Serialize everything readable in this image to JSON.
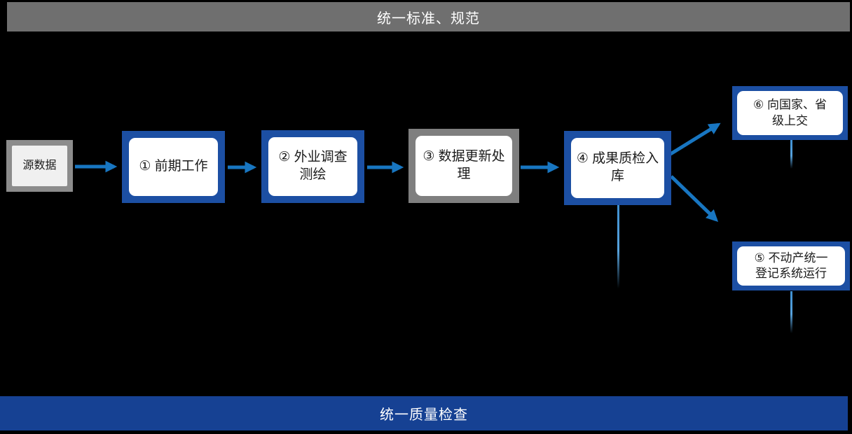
{
  "banners": {
    "top": "统一标准、规范",
    "bottom": "统一质量检查"
  },
  "nodes": {
    "source": {
      "label": "源数据"
    },
    "step1": {
      "label": "① 前期工作"
    },
    "step2": {
      "label": "② 外业调查\n测绘"
    },
    "step3": {
      "label": "③ 数据更新处\n理"
    },
    "step4": {
      "label": "④ 成果质检入\n库"
    },
    "step5": {
      "label": "⑤ 不动产统一\n登记系统运行"
    },
    "step6": {
      "label": "⑥ 向国家、省\n级上交"
    }
  },
  "colors": {
    "background": "#000000",
    "banner_top_bg": "#6F6F6F",
    "banner_bottom_bg": "#164193",
    "banner_text": "#FFFFFF",
    "node_frame_blue": "#1C4FA3",
    "node_frame_gray": "#7F7F7F",
    "source_frame_gray": "#8C8C8C",
    "node_fill": "#FFFFFF",
    "source_fill": "#F0F0F0",
    "arrow_blue": "#1876C1",
    "connector_light_blue": "#4A9AD4",
    "node_text": "#1B1B1B"
  }
}
